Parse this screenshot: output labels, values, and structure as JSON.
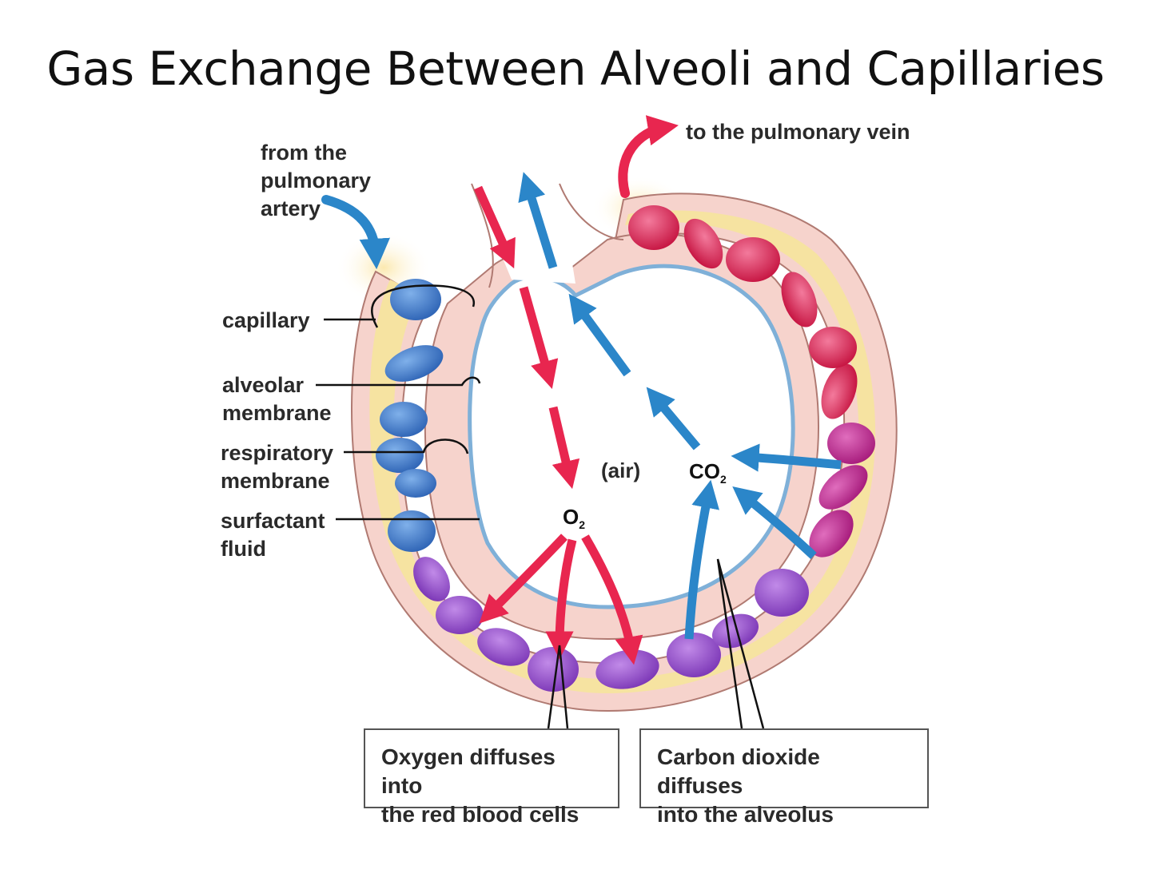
{
  "title": "Gas Exchange Between Alveoli and Capillaries",
  "labels": {
    "from_artery": "from the\npulmonary\nartery",
    "to_vein": "to the pulmonary vein",
    "capillary": "capillary",
    "alveolar_membrane": "alveolar\nmembrane",
    "respiratory_membrane": "respiratory\nmembrane",
    "surfactant_fluid": "surfactant\nfluid",
    "air": "(air)",
    "o2": "O",
    "o2_sub": "2",
    "co2": "CO",
    "co2_sub": "2"
  },
  "callouts": {
    "oxygen": "Oxygen diffuses into\nthe red blood cells",
    "carbon_dioxide": "Carbon dioxide diffuses\ninto the alveolus"
  },
  "colors": {
    "oxygen_arrow": "#e8264f",
    "co2_arrow": "#2b86c9",
    "deoxygenated_cell": "#3a76c8",
    "mixed_cell": "#8e44c4",
    "oxygenated_cell": "#d81b52",
    "capillary_plasma": "#f6e3a1",
    "membrane_tissue": "#f6d3cc"
  }
}
